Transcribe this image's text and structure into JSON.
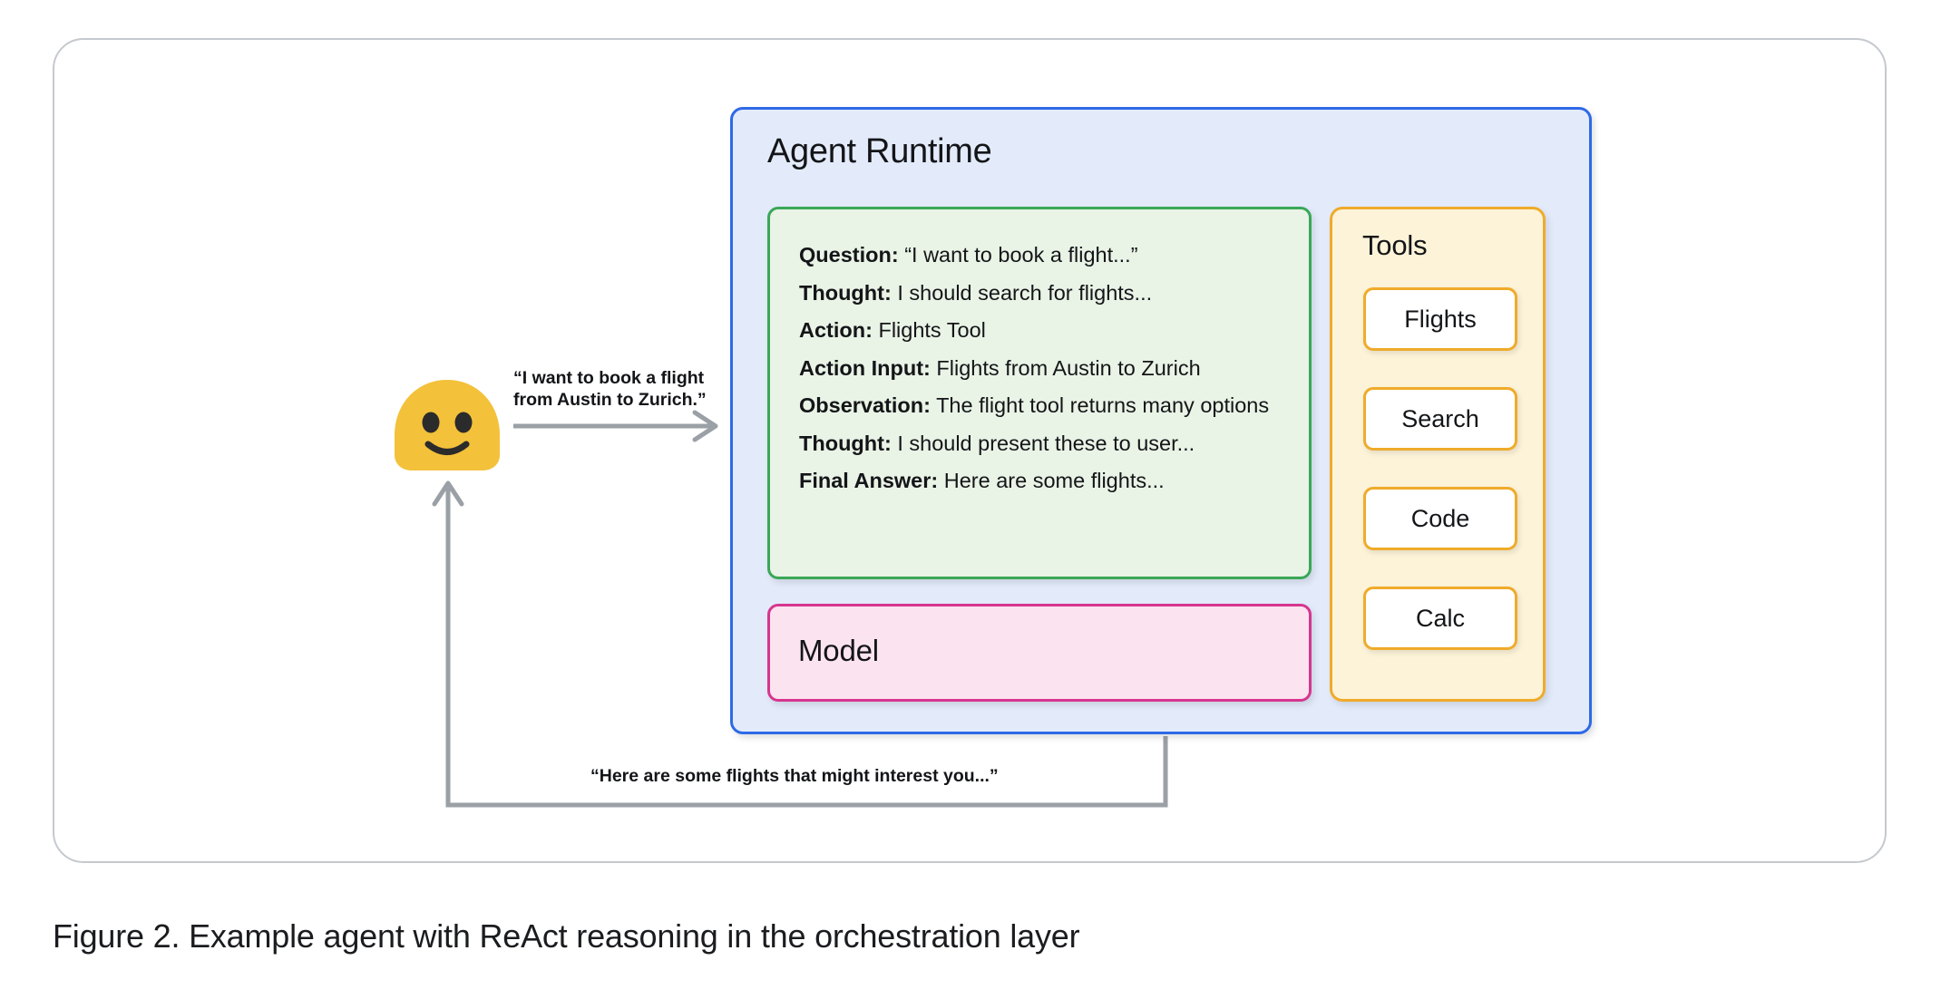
{
  "figure": {
    "caption": "Figure 2. Example agent with ReAct reasoning in the orchestration layer"
  },
  "agent_runtime": {
    "title": "Agent Runtime",
    "border_color": "#2e6ae6",
    "fill_color": "#e3ebfb"
  },
  "react_trace": {
    "border_color": "#3aa757",
    "fill_color": "#e9f3e6",
    "lines": [
      {
        "label": "Question:",
        "value": "“I want to book a flight...”"
      },
      {
        "label": "Thought:",
        "value": "I should search for flights..."
      },
      {
        "label": "Action:",
        "value": "Flights Tool"
      },
      {
        "label": "Action Input:",
        "value": "Flights from Austin to Zurich"
      },
      {
        "label": "Observation:",
        "value": "The flight tool returns many options"
      },
      {
        "label": "Thought:",
        "value": "I should present these to user..."
      },
      {
        "label": "Final Answer:",
        "value": "Here are some flights..."
      }
    ]
  },
  "model": {
    "title": "Model",
    "border_color": "#d6368f",
    "fill_color": "#fbe4ef"
  },
  "tools": {
    "title": "Tools",
    "border_color": "#efab2a",
    "fill_color": "#fdf3d8",
    "items": [
      {
        "label": "Flights"
      },
      {
        "label": "Search"
      },
      {
        "label": "Code"
      },
      {
        "label": "Calc"
      }
    ]
  },
  "user": {
    "avatar_color": "#f3c13a",
    "face_color": "#2b2b2b"
  },
  "flows": {
    "request_label": "“I want to book a flight\nfrom Austin to Zurich.”",
    "response_label": "“Here are some flights that might interest you...”",
    "arrow_color": "#9aa0a6"
  }
}
